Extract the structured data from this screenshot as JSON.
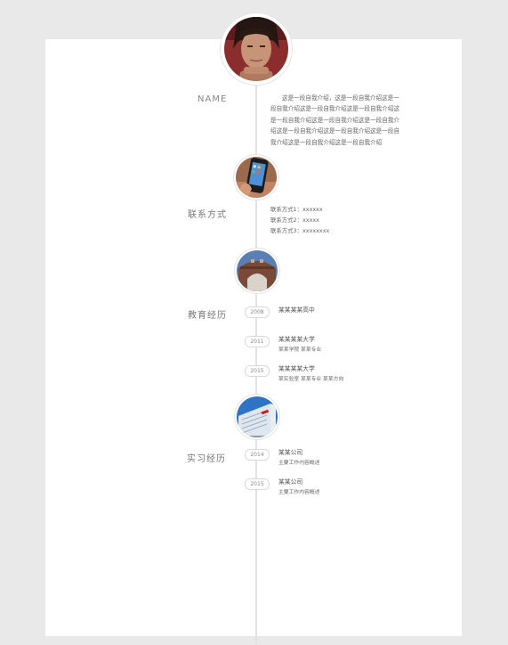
{
  "header": {
    "name": "NAME",
    "intro": "这是一段自我介绍，这是一段自我介绍这是一段自我介绍这是一段自我介绍这是一段自我介绍这是一段自我介绍这是一段自我介绍这是一段自我介绍这是一段自我介绍这是一段自我介绍这是一段自我介绍这是一段自我介绍这是一段自我介绍"
  },
  "contact": {
    "label": "联系方式",
    "items": [
      "联系方式1：xxxxxx",
      "联系方式2：xxxxx",
      "联系方式3：xxxxxxxx"
    ]
  },
  "education": {
    "label": "教育经历",
    "entries": [
      {
        "year": "2008",
        "title": "某某某某高中",
        "detail": ""
      },
      {
        "year": "2011",
        "title": "某某某某大学",
        "detail": "某某学院  某某专业"
      },
      {
        "year": "2015",
        "title": "某某某某大学",
        "detail": "某实验室  某某专业  某某方向"
      }
    ]
  },
  "internship": {
    "label": "实习经历",
    "entries": [
      {
        "year": "2014",
        "title": "某某公司",
        "detail": "主要工作内容概述"
      },
      {
        "year": "2015",
        "title": "某某公司",
        "detail": "主要工作内容概述"
      }
    ]
  },
  "icons": {
    "avatar": "portrait-photo",
    "contact": "smartphone-photo",
    "education": "campus-building-photo",
    "internship": "office-building-photo"
  }
}
